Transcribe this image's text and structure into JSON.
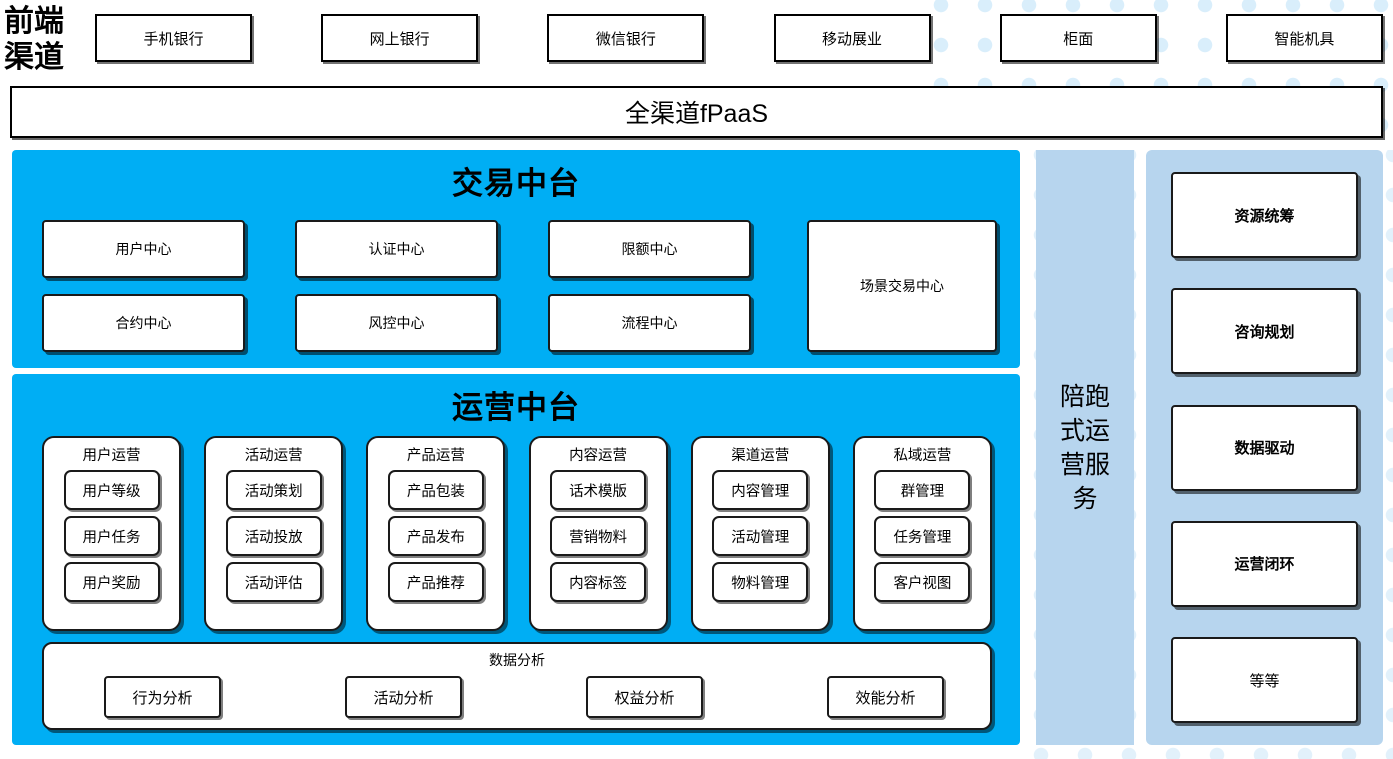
{
  "header": {
    "channel_label": "前端\n渠道",
    "channels": [
      {
        "label": "手机银行"
      },
      {
        "label": "网上银行"
      },
      {
        "label": "微信银行"
      },
      {
        "label": "移动展业"
      },
      {
        "label": "柜面"
      },
      {
        "label": "智能机具"
      }
    ],
    "fpaas_label": "全渠道fPaaS"
  },
  "trade_platform": {
    "title": "交易中台",
    "boxes": [
      {
        "label": "用户中心"
      },
      {
        "label": "认证中心"
      },
      {
        "label": "限额中心"
      },
      {
        "label": "合约中心"
      },
      {
        "label": "风控中心"
      },
      {
        "label": "流程中心"
      },
      {
        "label": "场景交易中心"
      }
    ]
  },
  "ops_platform": {
    "title": "运营中台",
    "columns": [
      {
        "title": "用户运营",
        "items": [
          "用户等级",
          "用户任务",
          "用户奖励"
        ]
      },
      {
        "title": "活动运营",
        "items": [
          "活动策划",
          "活动投放",
          "活动评估"
        ]
      },
      {
        "title": "产品运营",
        "items": [
          "产品包装",
          "产品发布",
          "产品推荐"
        ]
      },
      {
        "title": "内容运营",
        "items": [
          "话术模版",
          "营销物料",
          "内容标签"
        ]
      },
      {
        "title": "渠道运营",
        "items": [
          "内容管理",
          "活动管理",
          "物料管理"
        ]
      },
      {
        "title": "私域运营",
        "items": [
          "群管理",
          "任务管理",
          "客户视图"
        ]
      }
    ],
    "analysis": {
      "title": "数据分析",
      "items": [
        "行为分析",
        "活动分析",
        "权益分析",
        "效能分析"
      ]
    }
  },
  "service_column": {
    "label": "陪跑式运营服务"
  },
  "capability_column": {
    "boxes": [
      {
        "label": "资源统筹",
        "bold": true
      },
      {
        "label": "咨询规划",
        "bold": true
      },
      {
        "label": "数据驱动",
        "bold": true
      },
      {
        "label": "运营闭环",
        "bold": true
      },
      {
        "label": "等等",
        "bold": false
      }
    ]
  },
  "colors": {
    "platform_blue": "#00aef4",
    "service_blue": "#b7d5ee",
    "dot_blue": "#d9eefb",
    "box_border": "#1a1a1a",
    "box_fill": "#ffffff"
  }
}
